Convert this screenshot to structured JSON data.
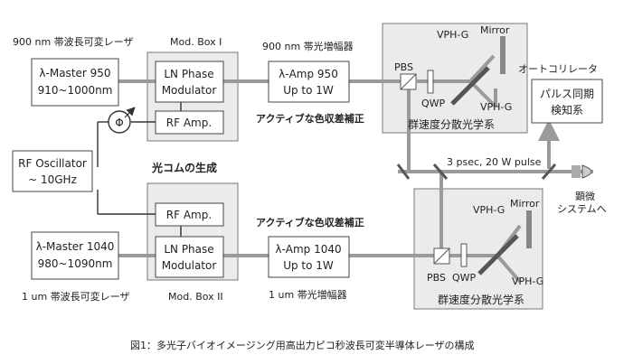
{
  "caption": "図1：多光子バイオイメージング用高出力ピコ秒波長可変半導体レーザの構成",
  "top_chain": {
    "laser_label": "900 nm 帯波長可変レーザ",
    "laser_line1": "λ-Master 950",
    "laser_line2": "910~1000nm",
    "modbox_title": "Mod. Box I",
    "ln_line1": "LN Phase",
    "ln_line2": "Modulator",
    "rf_amp": "RF Amp.",
    "amp_label": "900 nm 帯光増幅器",
    "amp_line1": "λ-Amp 950",
    "amp_line2": "Up to 1W",
    "chromatic_label": "アクティブな色収差補正",
    "optics_title": "群速度分散光学系",
    "pbs": "PBS",
    "qwp": "QWP",
    "vph_g_top": "VPH-G",
    "vph_g_bottom": "VPH-G",
    "mirror": "Mirror"
  },
  "bottom_chain": {
    "laser_label": "1 um 帯波長可変レーザ",
    "laser_line1": "λ-Master 1040",
    "laser_line2": "980~1090nm",
    "modbox_title": "Mod. Box II",
    "ln_line1": "LN Phase",
    "ln_line2": "Modulator",
    "rf_amp": "RF Amp.",
    "amp_label": "1 um 帯光増幅器",
    "amp_line1": "λ-Amp 1040",
    "amp_line2": "Up to 1W",
    "chromatic_label": "アクティブな色収差補正",
    "optics_title": "群速度分散光学系",
    "pbs": "PBS",
    "qwp": "QWP",
    "vph_g_top": "VPH-G",
    "vph_g_bottom": "VPH-G",
    "mirror": "Mirror"
  },
  "center": {
    "rf_osc_line1": "RF Oscillator",
    "rf_osc_line2": "~ 10GHz",
    "phase_shifter": "Φ",
    "comb_label": "光コムの生成",
    "pulse_label": "3 psec, 20 W pulse"
  },
  "right": {
    "autocorrelator": "オートコリレータ",
    "pulse_sync_line1": "パルス同期",
    "pulse_sync_line2": "検知系",
    "microscope_line1": "顕微",
    "microscope_line2": "システムへ"
  },
  "colors": {
    "beam": "#9a9a9a",
    "box_fill": "#ebebeb",
    "stroke": "#444444"
  }
}
